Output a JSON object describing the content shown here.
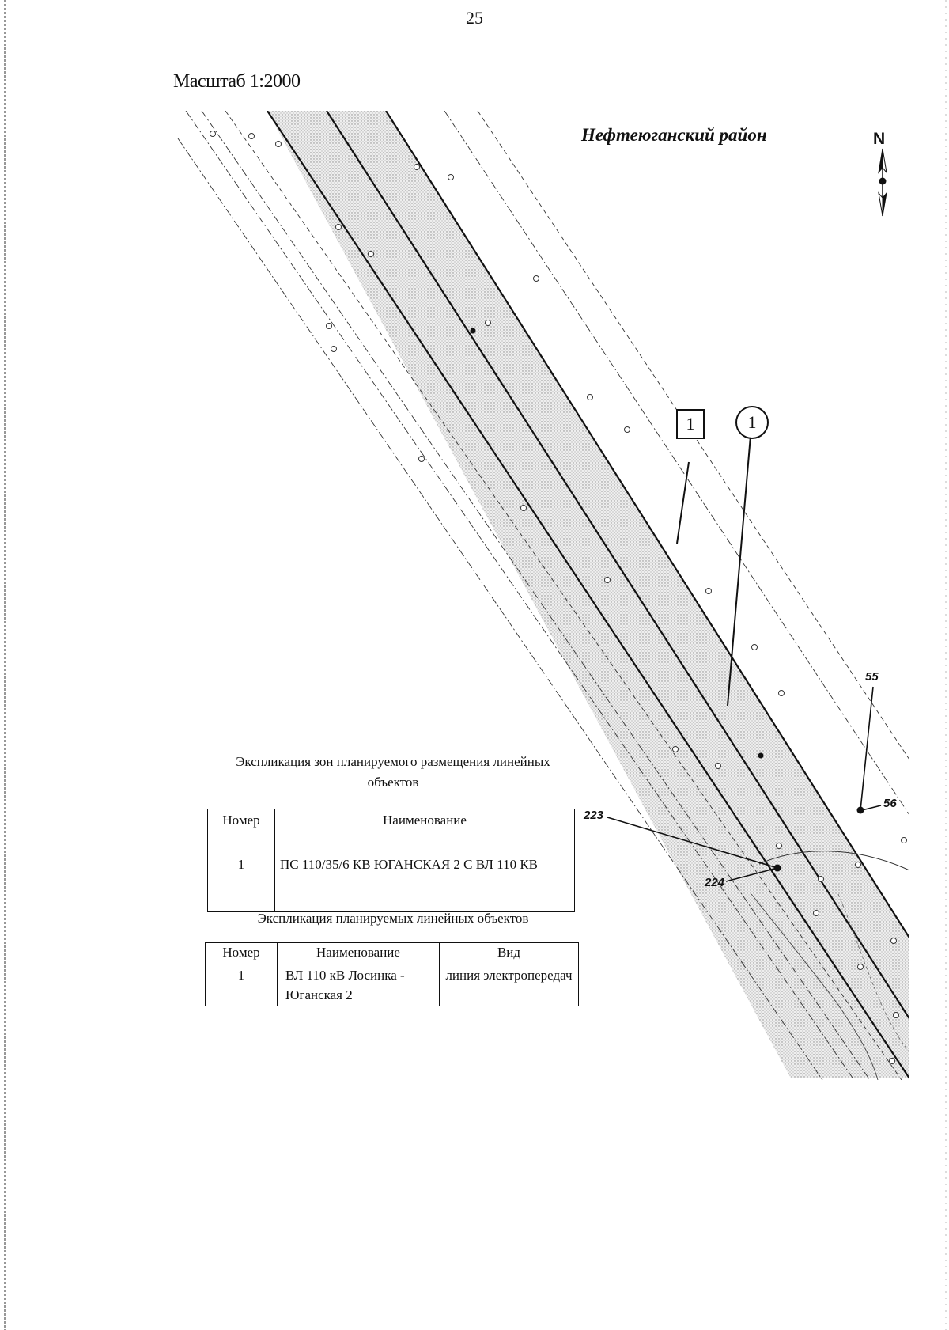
{
  "page": {
    "number": "25",
    "scale": "Масштаб 1:2000",
    "district": "Нефтеюганский район",
    "north": "N"
  },
  "map": {
    "zone_callout": "1",
    "line_callout": "1",
    "points": {
      "p55": "55",
      "p56": "56",
      "p223": "223",
      "p224": "224"
    }
  },
  "zones_table": {
    "caption": "Экспликация зон планируемого размещения линейных объектов",
    "headers": {
      "number": "Номер",
      "name": "Наименование"
    },
    "rows": [
      {
        "number": "1",
        "name": "ПС 110/35/6 КВ ЮГАНСКАЯ 2 С ВЛ 110 КВ"
      }
    ]
  },
  "lines_table": {
    "caption": "Экспликация планируемых линейных объектов",
    "headers": {
      "number": "Номер",
      "name": "Наименование",
      "type": "Вид"
    },
    "rows": [
      {
        "number": "1",
        "name": "ВЛ 110 кВ Лосинка - Юганская 2",
        "type": "линия электропередач"
      }
    ]
  },
  "colors": {
    "ink": "#111111",
    "zone_fill": "#dcdcdc",
    "background": "#ffffff"
  }
}
